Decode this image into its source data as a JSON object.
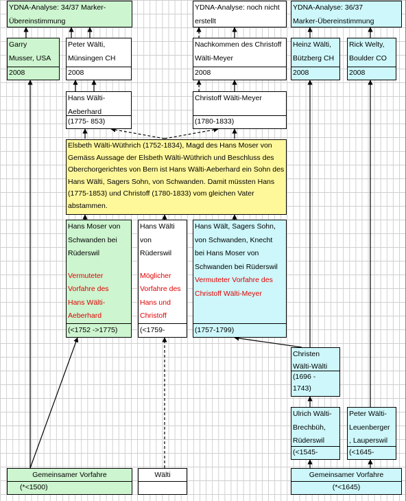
{
  "colors": {
    "green": "#cdf5cf",
    "cyan": "#cdf7fa",
    "yellow": "#fff89b",
    "red": "#e00000"
  },
  "boxes": {
    "ydna_left": {
      "text": "YDNA-Analyse:  34/37 Marker-\nÜbereinstimmung"
    },
    "ydna_mid": {
      "text": "YDNA-Analyse: noch nicht\nerstellt"
    },
    "ydna_right": {
      "text": "YDNA-Analyse: 36/37\nMarker-Übereinstimmung"
    },
    "garry": {
      "text": "Garry\nMusser, USA",
      "year": "2008"
    },
    "peter_muensingen": {
      "text": "Peter Wälti,\nMünsingen CH",
      "year": "2008"
    },
    "nachkommen": {
      "text": "Nachkommen des Christoff\nWälti-Meyer",
      "year": "2008"
    },
    "heinz": {
      "text": "Heinz Wälti,\nBützberg CH",
      "year": "2008"
    },
    "rick": {
      "text": "Rick Welty,\nBoulder CO",
      "year": "2008"
    },
    "hans_aeberhard": {
      "text": "Hans Wälti-\nAeberhard",
      "years": "(1775- 853)"
    },
    "christoff": {
      "text": "Christoff Wälti-Meyer",
      "years": "(1780-1833)"
    },
    "elsbeth": {
      "text": "Elsbeth Wälti-Wüthrich (1752-1834), Magd des Hans Moser von Gemäss Aussage der Elsbeth Wälti-Wüthrich und Beschluss des Oberchorgerichtes von Bern ist Hans Wälti-Aeberhard ein Sohn des Hans Wälti, Sagers Sohn, von Schwanden. Damit müssten Hans (1775-1853) und Christoff (1780-1833) vom gleichen Vater abstammen."
    },
    "hans_moser": {
      "text": "Hans Moser von\nSchwanden bei\nRüderswil",
      "note": "Vermuteter\nVorfahre des\nHans Wälti-\nAeberhard",
      "years": "(<1752 ->1775)"
    },
    "hans_ruederswil": {
      "text": "Hans Wälti\nvon\nRüderswil",
      "note": "Möglicher\nVorfahre des\nHans und\nChristoff",
      "years": "(<1759-"
    },
    "hans_sager": {
      "text": "Hans Wält, Sagers Sohn,\nvon Schwanden, Knecht\nbei Hans Moser von\nSchwanden bei Rüderswil",
      "note": "Vermuteter Vorfahre des\nChristoff Wälti-Meyer",
      "years": "(1757-1799)"
    },
    "christen": {
      "text": "Christen\nWälti-Wälti",
      "years": "(1696 -\n1743)"
    },
    "ulrich": {
      "text": "Ulrich Wälti-\nBrechbüh,\nRüderswil",
      "years": "(<1545-"
    },
    "peter_leuen": {
      "text": "Peter Wälti-\nLeuenberger\n, Lauperswil",
      "years": "(<1645-"
    },
    "gemein_left": {
      "text": "Gemeinsamer Vorfahre",
      "years": "(*<1500)"
    },
    "waelti": {
      "text": "Wälti"
    },
    "gemein_right": {
      "text": "Gemeinsamer Vorfahre",
      "years": "(*<1645)"
    }
  }
}
